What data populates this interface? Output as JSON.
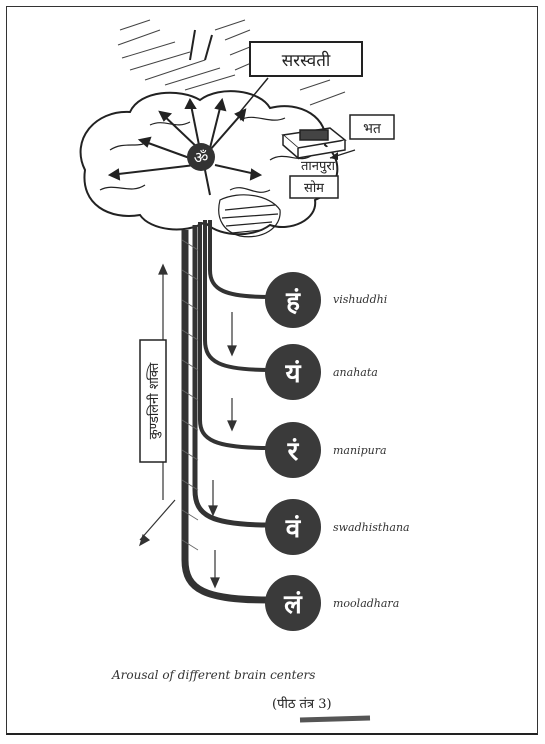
{
  "figure": {
    "labels": {
      "saraswati": "सरस्वती",
      "bhat": "भत",
      "tanpura": "तानपुरा",
      "som": "सोम",
      "kundalini": "कुण्डलिनी शक्ति",
      "om": "ॐ"
    },
    "chakras": [
      {
        "syllable": "हं",
        "name": "vishuddhi"
      },
      {
        "syllable": "यं",
        "name": "anahata"
      },
      {
        "syllable": "रं",
        "name": "manipura"
      },
      {
        "syllable": "वं",
        "name": "swadhisthana"
      },
      {
        "syllable": "लं",
        "name": "mooladhara"
      }
    ],
    "caption": "Arousal of different brain centers",
    "note": "(पीठ तंत्र 3)"
  }
}
